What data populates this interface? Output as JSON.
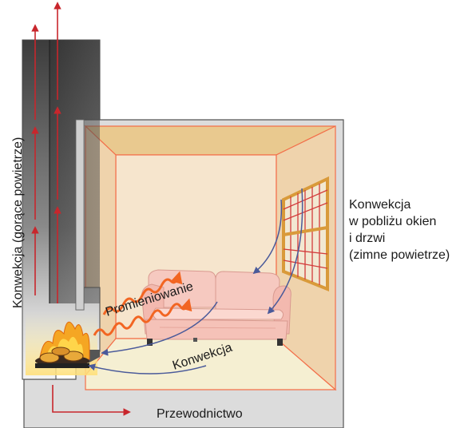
{
  "labels": {
    "chimney_convection": "Konwekcja (gorące powietrze)",
    "window_convection_lines": [
      "Konwekcja",
      "w pobliżu okien",
      "i drzwi",
      "(zimne powietrze)"
    ],
    "radiation": "Promieniowanie",
    "room_convection": "Konwekcja",
    "conduction": "Przewodnictwo"
  },
  "colors": {
    "hot_arrow": "#c8262c",
    "cold_arrow": "#4a5a9a",
    "radiation_wave": "#f26522",
    "room_wall": "#f2dcc0",
    "room_outline": "#f36f4a",
    "chimney_dark": "#4a4a4a",
    "outer_wall": "#d9d9d9"
  },
  "icons": [
    "fire-icon",
    "sofa-icon",
    "window-icon",
    "chimney-icon"
  ]
}
